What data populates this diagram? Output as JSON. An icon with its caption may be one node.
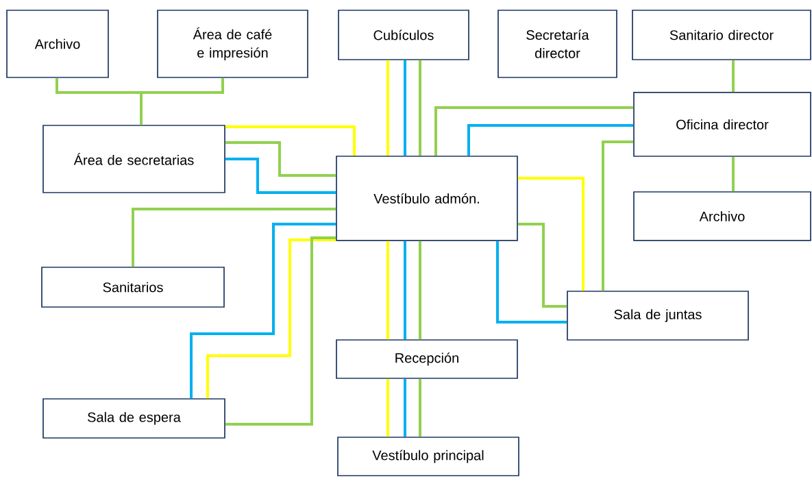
{
  "diagram": {
    "nodes": [
      {
        "text": [
          "Archivo"
        ]
      },
      {
        "text": [
          "Área de café e impresión"
        ]
      },
      {
        "text": [
          "Cubículos"
        ]
      },
      {
        "text": [
          "Secretaría director"
        ]
      },
      {
        "text": [
          "Sanitario director"
        ]
      },
      {
        "text": [
          "Área de secretarias"
        ]
      },
      {
        "text": [
          "Oficina director"
        ]
      },
      {
        "text": [
          "Vestíbulo admón."
        ]
      },
      {
        "text": [
          "Archivo"
        ]
      },
      {
        "text": [
          "Sanitarios"
        ]
      },
      {
        "text": [
          "Sala de juntas"
        ]
      },
      {
        "text": [
          "Recepción"
        ]
      },
      {
        "text": [
          "Sala de espera"
        ]
      },
      {
        "text": [
          "Vestíbulo principal"
        ]
      }
    ],
    "edges": [
      {
        "from": 0,
        "to": 5,
        "arrow": "none"
      },
      {
        "from": 1,
        "to": 5,
        "arrow": "none"
      },
      {
        "from": 4,
        "to": 6,
        "arrow": "none"
      },
      {
        "from": 5,
        "to": 7,
        "arrow": "none",
        "color": "#ffff00"
      },
      {
        "from": 5,
        "to": 7,
        "arrow": "none"
      },
      {
        "from": 5,
        "to": 7,
        "arrow": "none",
        "color": "#00b0f0"
      },
      {
        "from": 2,
        "to": 7,
        "arrow": "none",
        "color": "#ffff00"
      },
      {
        "from": 2,
        "to": 7,
        "arrow": "none",
        "color": "#00b0f0"
      },
      {
        "from": 2,
        "to": 7,
        "arrow": "none"
      },
      {
        "from": 6,
        "to": 7,
        "arrow": "none"
      },
      {
        "from": 6,
        "to": 7,
        "arrow": "none",
        "color": "#00b0f0"
      },
      {
        "from": 6,
        "to": 8,
        "arrow": "none"
      },
      {
        "from": 7,
        "to": 9,
        "arrow": "none"
      },
      {
        "from": 7,
        "to": 12,
        "arrow": "none",
        "color": "#00b0f0"
      },
      {
        "from": 7,
        "to": 12,
        "arrow": "none",
        "color": "#ffff00"
      },
      {
        "from": 7,
        "to": 12,
        "arrow": "none"
      },
      {
        "from": 7,
        "to": 10,
        "arrow": "none",
        "color": "#ffff00"
      },
      {
        "from": 6,
        "to": 10,
        "arrow": "none"
      },
      {
        "from": 7,
        "to": 10,
        "arrow": "none"
      },
      {
        "from": 7,
        "to": 10,
        "arrow": "none",
        "color": "#00b0f0"
      },
      {
        "from": 7,
        "to": 11,
        "arrow": "none",
        "color": "#ffff00"
      },
      {
        "from": 7,
        "to": 11,
        "arrow": "none",
        "color": "#00b0f0"
      },
      {
        "from": 7,
        "to": 11,
        "arrow": "none"
      },
      {
        "from": 11,
        "to": 13,
        "arrow": "none",
        "color": "#ffff00"
      },
      {
        "from": 11,
        "to": 13,
        "arrow": "none",
        "color": "#00b0f0"
      },
      {
        "from": 11,
        "to": 13,
        "arrow": "none"
      }
    ]
  }
}
